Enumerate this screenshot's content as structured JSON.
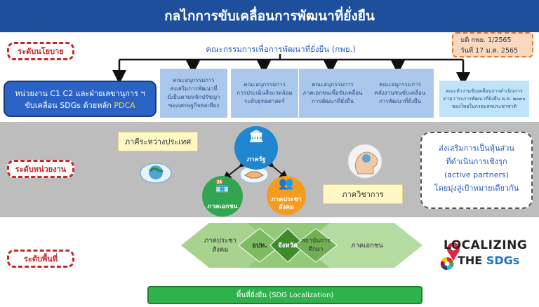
{
  "title": "กลไกการขับเคลื่อนการพัฒนาที่ยั่งยืน",
  "levels": {
    "policy": "ระดับนโยบาย",
    "agency": "ระดับหน่วยงาน",
    "area": "ระดับพื้นที่"
  },
  "committee": "คณะกรรมการเพื่อการพัฒนาที่ยั่งยืน (กพย.)",
  "resolution": {
    "line1": "มติ กพย. 1/2565",
    "line2": "วันที่ 17 ม.ค. 2565"
  },
  "main_unit": {
    "line1": "หน่วยงาน C1 C2 และฝ่ายเลขานุการ ฯ",
    "line2_prefix": "ขับเคลื่อน SDGs ด้วยหลัก",
    "pdca": "PDCA"
  },
  "subcommittees": [
    {
      "l1": "คณะอนุกรรมการ",
      "l2": "ส่งเสริมการพัฒนาที่",
      "l3": "ยั่งยืนตามหลักปรัชญา",
      "l4": "ของเศรษฐกิจพอเพียง"
    },
    {
      "l1": "คณะอนุกรรมการ",
      "l2": "การประเมินสิ่งแวดล้อม",
      "l3": "ระดับยุทธศาสตร์",
      "l4": ""
    },
    {
      "l1": "คณะอนุกรรมการ",
      "l2": "ภาคเอกชนเพื่อขับเคลื่อน",
      "l3": "การพัฒนาที่ยั่งยืน",
      "l4": ""
    },
    {
      "l1": "คณะอนุกรรมการ",
      "l2": "พลังงานชนขับเคลื่อน",
      "l3": "การพัฒนาที่ยั่งยืน",
      "l4": ""
    },
    {
      "l1": "คณะทำงานขับเคลื่อนการดำเนินการ",
      "l2": "ตามวาระการพัฒนาที่ยั่งยืน ค.ศ. ๒๐๓๐",
      "l3": "ของไทยในกรอบสหประชาชาติ",
      "l4": ""
    }
  ],
  "sectors": {
    "international": "ภาคีระหว่างประเทศ",
    "state": "ภาครัฐ",
    "private": "ภาคเอกชน",
    "civil_line1": "ภาคประชา",
    "civil_line2": "สังคม",
    "academic": "ภาควิชาการ"
  },
  "active_partners": {
    "line1": "ส่งเสริมการเป็นหุ้นส่วน",
    "line2": "ที่ดำเนินการเชิงรุก",
    "line3": "(active partners)",
    "line4": "โดยมุ่งสู่เป้าหมายเดียวกัน"
  },
  "area_actors": {
    "civil_line1": "ภาคประชา",
    "civil_line2": "สังคม",
    "lao": "อปท.",
    "province": "จังหวัด",
    "edu_line1": "สถาบันการ",
    "edu_line2": "ศึกษา",
    "private": "ภาคเอกชน"
  },
  "localization": "พื้นที่ยั่งยืน (SDG Localization)",
  "logo": {
    "line1": "LOCALIZING",
    "the": "THE",
    "sdgs": "SDGs"
  }
}
